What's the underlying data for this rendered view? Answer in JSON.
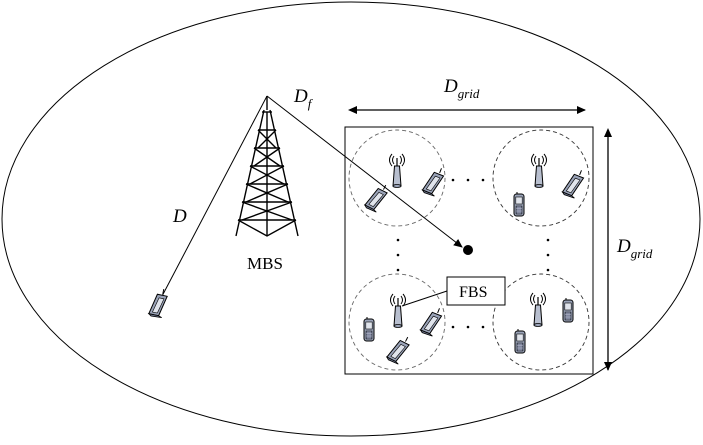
{
  "labels": {
    "D": "D",
    "D_f_main": "D",
    "D_f_sub": "f",
    "D_grid_top_main": "D",
    "D_grid_top_sub": "grid",
    "D_grid_right_main": "D",
    "D_grid_right_sub": "grid",
    "MBS": "MBS",
    "FBS": "FBS"
  },
  "colors": {
    "line": "#000000",
    "phone_body": "#9aa3b8",
    "phone_screen": "#d8dce6",
    "dashed_circle": "#777777"
  },
  "icons": [
    "tower-icon",
    "antenna-icon",
    "phone-icon",
    "flip-phone-icon"
  ]
}
